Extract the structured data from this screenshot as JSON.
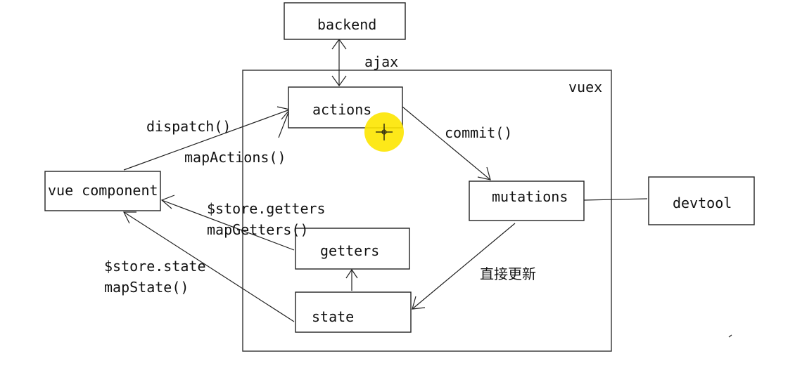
{
  "diagram": {
    "container_label": "vuex",
    "nodes": {
      "backend": "backend",
      "actions": "actions",
      "mutations": "mutations",
      "devtool": "devtool",
      "vue_component": "vue component",
      "getters": "getters",
      "state": "state"
    },
    "edge_labels": {
      "ajax": "ajax",
      "dispatch": "dispatch()",
      "map_actions": "mapActions()",
      "commit": "commit()",
      "store_getters": "$store.getters",
      "map_getters": "mapGetters()",
      "store_state": "$store.state",
      "map_state": "mapState()",
      "direct_update": "直接更新"
    },
    "cursor_highlight_color": "#fde600"
  }
}
